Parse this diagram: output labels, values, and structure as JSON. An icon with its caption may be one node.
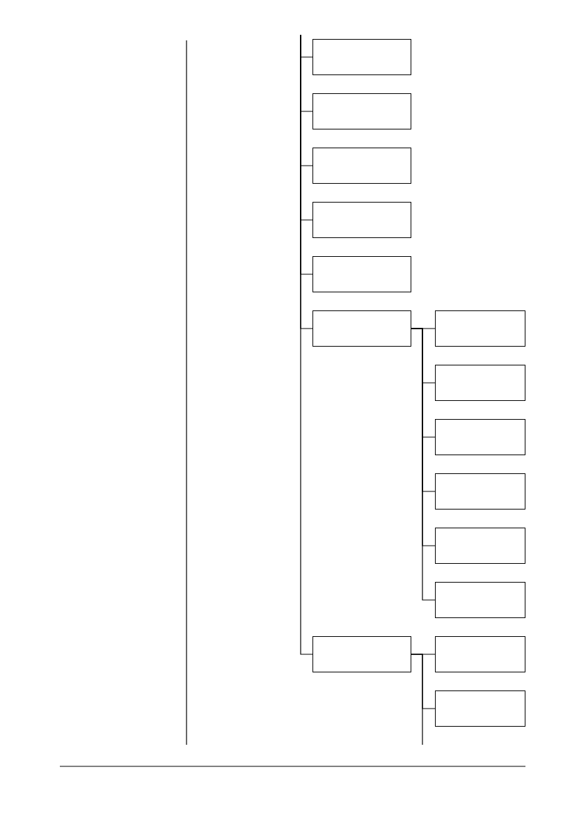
{
  "diagram": {
    "nodes": [
      {
        "text": [],
        "shape": "box"
      },
      {
        "text": [],
        "shape": "box"
      },
      {
        "text": [],
        "shape": "box"
      },
      {
        "text": [],
        "shape": "box"
      },
      {
        "text": [],
        "shape": "box"
      },
      {
        "text": [],
        "shape": "box"
      },
      {
        "text": [],
        "shape": "box"
      },
      {
        "text": [],
        "shape": "box"
      },
      {
        "text": [],
        "shape": "box"
      },
      {
        "text": [],
        "shape": "box"
      },
      {
        "text": [],
        "shape": "box"
      },
      {
        "text": [],
        "shape": "box"
      },
      {
        "text": [],
        "shape": "box"
      },
      {
        "text": [],
        "shape": "box"
      },
      {
        "text": [],
        "shape": "box"
      }
    ],
    "edges": [
      {
        "from": null,
        "to": 0,
        "arrow": "none"
      },
      {
        "from": null,
        "to": 1,
        "arrow": "none"
      },
      {
        "from": null,
        "to": 2,
        "arrow": "none"
      },
      {
        "from": null,
        "to": 3,
        "arrow": "none"
      },
      {
        "from": null,
        "to": 4,
        "arrow": "none"
      },
      {
        "from": null,
        "to": 5,
        "arrow": "none"
      },
      {
        "from": null,
        "to": 6,
        "arrow": "none"
      },
      {
        "from": 5,
        "to": 7,
        "arrow": "none"
      },
      {
        "from": 5,
        "to": 8,
        "arrow": "none"
      },
      {
        "from": 5,
        "to": 9,
        "arrow": "none"
      },
      {
        "from": 5,
        "to": 10,
        "arrow": "none"
      },
      {
        "from": 5,
        "to": 11,
        "arrow": "none"
      },
      {
        "from": 5,
        "to": 12,
        "arrow": "none"
      },
      {
        "from": 6,
        "to": 13,
        "arrow": "none"
      },
      {
        "from": 6,
        "to": 14,
        "arrow": "none"
      },
      {
        "from": 6,
        "to": null,
        "arrow": "none"
      }
    ]
  }
}
